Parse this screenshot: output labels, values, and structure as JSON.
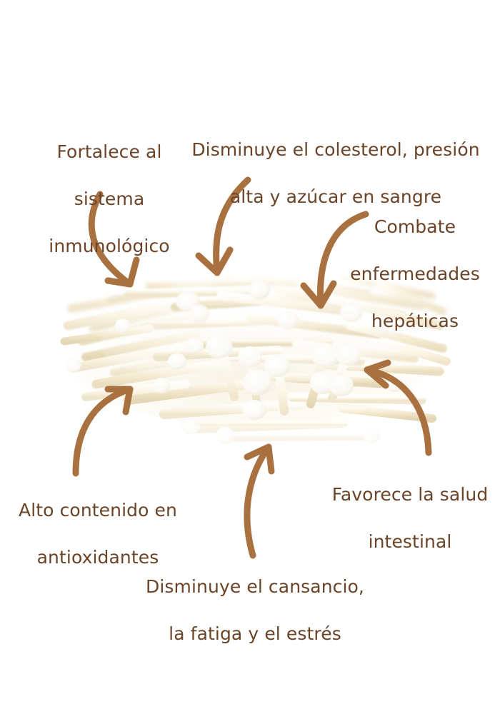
{
  "infographic": {
    "subject": "enoki-mushrooms",
    "background_color": "#ffffff",
    "text_color": "#6b4428",
    "arrow_color": "#a9713f"
  },
  "labels": {
    "immune": {
      "name": "Fortalece al sistema inmunológico",
      "lines": [
        "Fortalece al",
        "sistema",
        "inmunológico"
      ]
    },
    "cholesterol": {
      "name": "Disminuye el colesterol, presión alta y azúcar en sangre",
      "lines": [
        "Disminuye el colesterol, presión",
        "alta y azúcar en sangre"
      ]
    },
    "liver": {
      "name": "Combate enfermedades hepáticas",
      "lines": [
        "Combate",
        "enfermedades",
        "hepáticas"
      ]
    },
    "antioxidants": {
      "name": "Alto contenido en antioxidantes",
      "lines": [
        "Alto contenido en",
        "antioxidantes"
      ]
    },
    "fatigue": {
      "name": "Disminuye el cansancio, la fatiga y el estrés",
      "lines": [
        "Disminuye el cansancio,",
        "la fatiga y el estrés"
      ]
    },
    "intestinal": {
      "name": "Favorece la salud intestinal",
      "lines": [
        "Favorece la salud",
        "intestinal"
      ]
    }
  },
  "arrows": [
    {
      "id": "arrow-to-immune-target",
      "from": "immune",
      "direction": "down-right"
    },
    {
      "id": "arrow-to-cholesterol-target",
      "from": "cholesterol",
      "direction": "down-left"
    },
    {
      "id": "arrow-to-liver-target",
      "from": "liver",
      "direction": "down-left"
    },
    {
      "id": "arrow-to-antioxidants-target",
      "from": "antioxidants",
      "direction": "up-right"
    },
    {
      "id": "arrow-to-fatigue-target",
      "from": "fatigue",
      "direction": "up"
    },
    {
      "id": "arrow-to-intestinal-target",
      "from": "intestinal",
      "direction": "up-left"
    }
  ],
  "image": {
    "alt": "Montón de setas enoki",
    "stem_color": "#f7eedb",
    "cap_color": "#ffffff"
  }
}
